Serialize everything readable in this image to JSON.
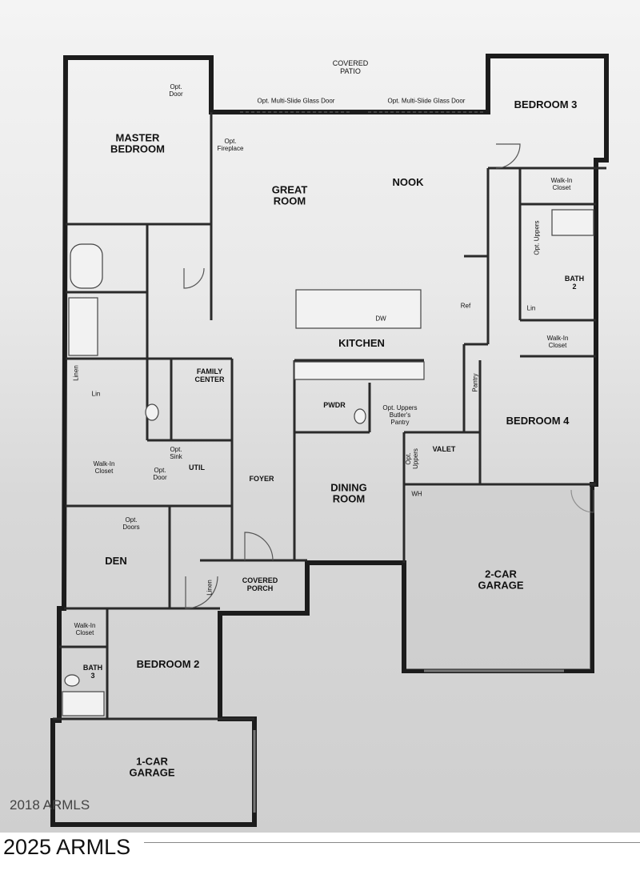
{
  "rooms": {
    "covered_patio": "COVERED\nPATIO",
    "master_bedroom": "MASTER\nBEDROOM",
    "opt_door_master": "Opt.\nDoor",
    "opt_fireplace": "Opt.\nFireplace",
    "opt_glass_door_1": "Opt. Multi-Slide Glass Door",
    "opt_glass_door_2": "Opt. Multi-Slide Glass Door",
    "bedroom3": "BEDROOM 3",
    "walkin_closet_b3": "Walk-In\nCloset",
    "great_room": "GREAT\nROOM",
    "nook": "NOOK",
    "opt_uppers_bath2": "Opt. Uppers",
    "bath2": "BATH\n2",
    "lin_bath2": "Lin",
    "ref": "Ref",
    "dw": "DW",
    "kitchen": "KITCHEN",
    "walkin_closet_b4": "Walk-In\nCloset",
    "linen_master": "Linen",
    "lin_master": "Lin",
    "family_center": "FAMILY\nCENTER",
    "pwdr": "PWDR",
    "opt_uppers_butlers": "Opt. Uppers\nButler's\nPantry",
    "pantry": "Pantry",
    "bedroom4": "BEDROOM 4",
    "opt_sink": "Opt.\nSink",
    "util": "UTIL",
    "opt_door_util": "Opt.\nDoor",
    "walkin_closet_master": "Walk-In\nCloset",
    "foyer": "FOYER",
    "opt_uppers_valet": "Opt.\nUppers",
    "valet": "VALET",
    "wh": "WH",
    "dining_room": "DINING\nROOM",
    "opt_doors_den": "Opt.\nDoors",
    "den": "DEN",
    "linen_den": "Linen",
    "covered_porch": "COVERED\nPORCH",
    "garage2": "2-CAR\nGARAGE",
    "walkin_closet_b2": "Walk-In\nCloset",
    "bath3": "BATH\n3",
    "bedroom2": "BEDROOM 2",
    "garage1": "1-CAR\nGARAGE"
  },
  "watermark_inner": "2018 ARMLS",
  "watermark_outer": "2025 ARMLS"
}
